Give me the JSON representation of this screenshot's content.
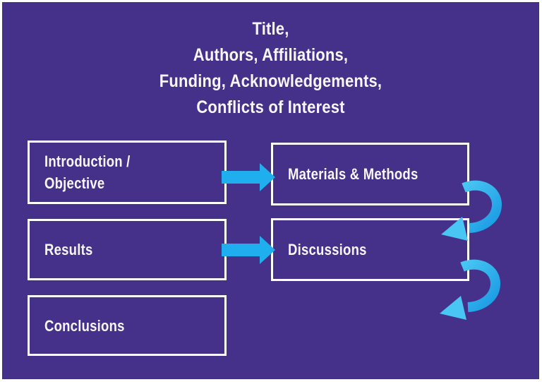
{
  "colors": {
    "background": "#453189",
    "box_border": "#ffffff",
    "text": "#f8f6f8",
    "arrow": "#1fafef",
    "arrow_light": "#49c6f3",
    "arrow_dark": "#1b9ce4"
  },
  "header": {
    "lines": [
      "Title,",
      "Authors, Affiliations,",
      "Funding, Acknowledgements,",
      "Conflicts of Interest"
    ]
  },
  "boxes": [
    {
      "id": "introduction-objective",
      "label": "Introduction /\nObjective"
    },
    {
      "id": "materials-methods",
      "label": "Materials & Methods"
    },
    {
      "id": "results",
      "label": "Results"
    },
    {
      "id": "discussions",
      "label": "Discussions"
    },
    {
      "id": "conclusions",
      "label": "Conclusions"
    }
  ],
  "arrows": [
    {
      "name": "intro-to-materials",
      "type": "straight-right"
    },
    {
      "name": "results-to-discussions",
      "type": "straight-right"
    },
    {
      "name": "materials-to-discussions",
      "type": "curved-down-left"
    },
    {
      "name": "discussions-to-next",
      "type": "curved-down-left"
    }
  ]
}
